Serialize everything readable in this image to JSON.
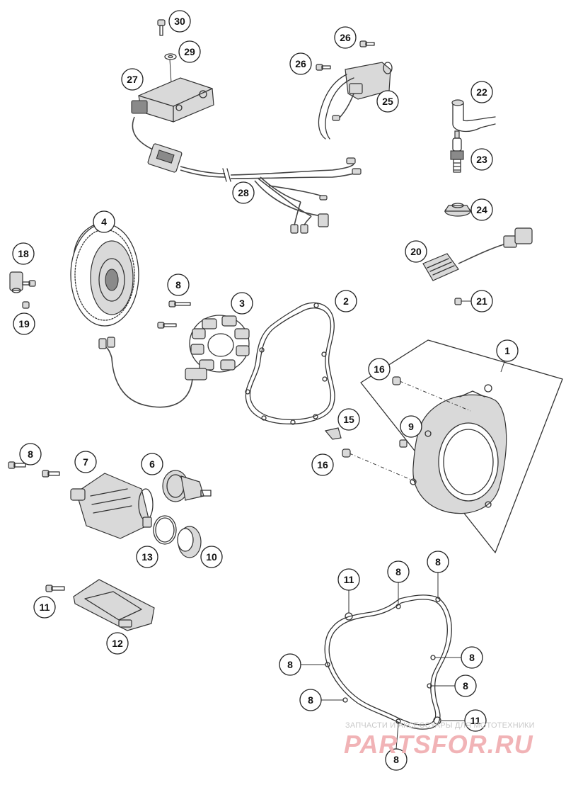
{
  "diagram": {
    "callouts": [
      {
        "id": "c30",
        "label": "30"
      },
      {
        "id": "c29",
        "label": "29"
      },
      {
        "id": "c27",
        "label": "27"
      },
      {
        "id": "c28",
        "label": "28"
      },
      {
        "id": "c26a",
        "label": "26"
      },
      {
        "id": "c26b",
        "label": "26"
      },
      {
        "id": "c25",
        "label": "25"
      },
      {
        "id": "c22",
        "label": "22"
      },
      {
        "id": "c23",
        "label": "23"
      },
      {
        "id": "c24",
        "label": "24"
      },
      {
        "id": "c20",
        "label": "20"
      },
      {
        "id": "c21",
        "label": "21"
      },
      {
        "id": "c4",
        "label": "4"
      },
      {
        "id": "c18",
        "label": "18"
      },
      {
        "id": "c19",
        "label": "19"
      },
      {
        "id": "c8a",
        "label": "8"
      },
      {
        "id": "c3",
        "label": "3"
      },
      {
        "id": "c2",
        "label": "2"
      },
      {
        "id": "c1",
        "label": "1"
      },
      {
        "id": "c16a",
        "label": "16"
      },
      {
        "id": "c9",
        "label": "9"
      },
      {
        "id": "c15",
        "label": "15"
      },
      {
        "id": "c16b",
        "label": "16"
      },
      {
        "id": "c8b",
        "label": "8"
      },
      {
        "id": "c7",
        "label": "7"
      },
      {
        "id": "c6",
        "label": "6"
      },
      {
        "id": "c13",
        "label": "13"
      },
      {
        "id": "c10",
        "label": "10"
      },
      {
        "id": "c11a",
        "label": "11"
      },
      {
        "id": "c12",
        "label": "12"
      },
      {
        "id": "c11b",
        "label": "11"
      },
      {
        "id": "c8c",
        "label": "8"
      },
      {
        "id": "c8d",
        "label": "8"
      },
      {
        "id": "c8e",
        "label": "8"
      },
      {
        "id": "c8f",
        "label": "8"
      },
      {
        "id": "c8g",
        "label": "8"
      },
      {
        "id": "c8h",
        "label": "8"
      },
      {
        "id": "c11c",
        "label": "11"
      },
      {
        "id": "c8i",
        "label": "8"
      }
    ]
  },
  "watermark": {
    "line": "ЗАПЧАСТИ И АКСЕССУАРЫ ДЛЯ МОТОТЕХНИКИ",
    "logo": "PARTSFOR.RU"
  },
  "colors": {
    "line": "#333333",
    "watermark_logo": "#f1b3b6",
    "watermark_text": "#c9c9c9"
  }
}
